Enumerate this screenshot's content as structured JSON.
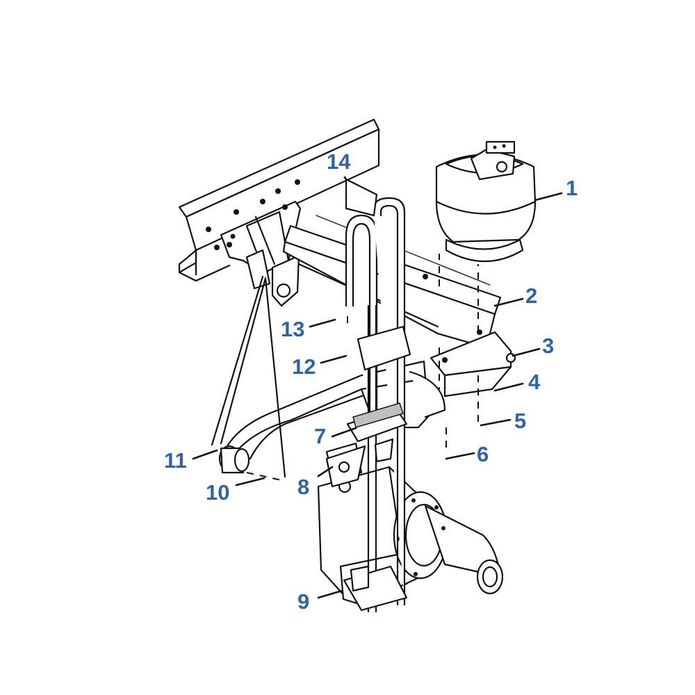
{
  "diagram": {
    "label_color": "#2f63a3",
    "line_color": "#111111",
    "callouts": [
      {
        "id": "1",
        "text": "1"
      },
      {
        "id": "2",
        "text": "2"
      },
      {
        "id": "3",
        "text": "3"
      },
      {
        "id": "4",
        "text": "4"
      },
      {
        "id": "5",
        "text": "5"
      },
      {
        "id": "6",
        "text": "6"
      },
      {
        "id": "7",
        "text": "7"
      },
      {
        "id": "8",
        "text": "8"
      },
      {
        "id": "9",
        "text": "9"
      },
      {
        "id": "10",
        "text": "10"
      },
      {
        "id": "11",
        "text": "11"
      },
      {
        "id": "12",
        "text": "12"
      },
      {
        "id": "13",
        "text": "13"
      },
      {
        "id": "14",
        "text": "14"
      }
    ]
  }
}
